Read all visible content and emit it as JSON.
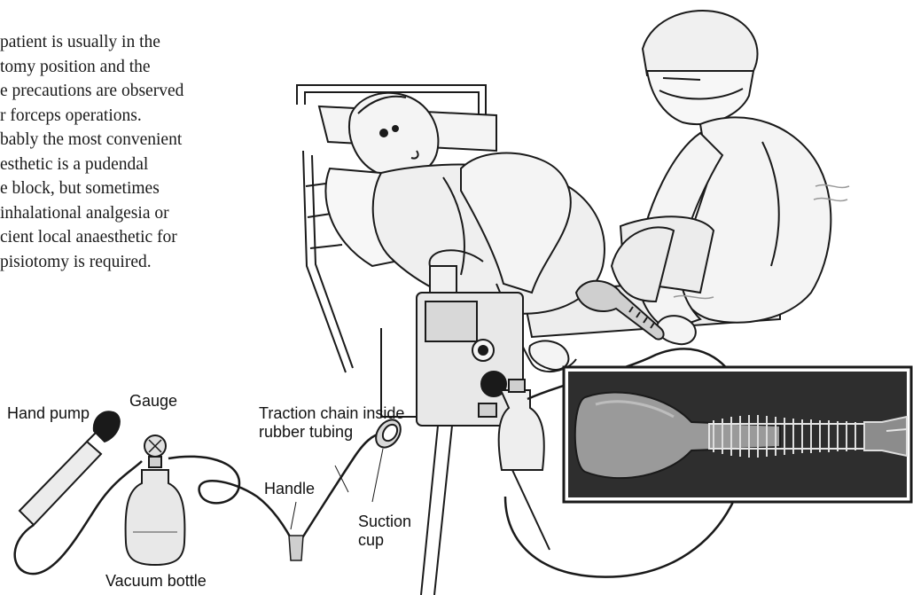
{
  "paragraph": {
    "lines": [
      "patient is usually in the",
      "tomy position and the",
      "e precautions are observed",
      "r forceps operations.",
      "bably the most convenient",
      "esthetic is a pudendal",
      "e block, but sometimes",
      " inhalational analgesia or",
      "cient local anaesthetic for",
      "pisiotomy is required."
    ]
  },
  "labels": {
    "hand_pump": "Hand pump",
    "gauge": "Gauge",
    "traction_chain": [
      "Traction chain inside",
      "rubber tubing"
    ],
    "handle": "Handle",
    "suction_cup": [
      "Suction",
      "cup"
    ],
    "vacuum_bottle": "Vacuum bottle"
  },
  "colors": {
    "line": "#1a1a1a",
    "skin": "#f4f4f4",
    "shade": "#d9d9d9",
    "inset_bg": "#2e2e2e",
    "cup_fill": "#9a9a9a"
  }
}
